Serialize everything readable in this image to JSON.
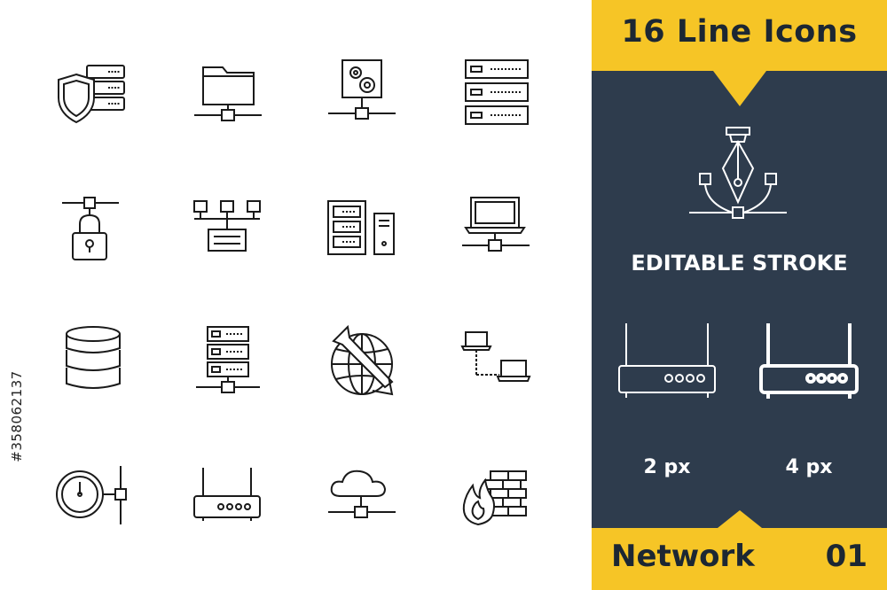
{
  "header": {
    "title": "16 Line Icons"
  },
  "panel": {
    "stroke_label": "EDITABLE STROKE",
    "stroke_option_thin": "2 px",
    "stroke_option_thick": "4 px"
  },
  "footer": {
    "series_name": "Network",
    "series_number": "01"
  },
  "stock_id": "#358062137",
  "colors": {
    "accent": "#f6c526",
    "panel": "#2e3c4d",
    "stroke": "#1a1a1a",
    "panel_text": "#ffffff"
  },
  "icons": [
    "shield-server-icon",
    "shared-folder-icon",
    "server-settings-icon",
    "server-rack-icon",
    "network-lock-icon",
    "network-topology-icon",
    "server-computer-icon",
    "network-laptop-icon",
    "database-icon",
    "network-server-icon",
    "global-transfer-icon",
    "connected-laptops-icon",
    "network-speed-gauge-icon",
    "router-icon",
    "cloud-network-icon",
    "firewall-icon"
  ]
}
